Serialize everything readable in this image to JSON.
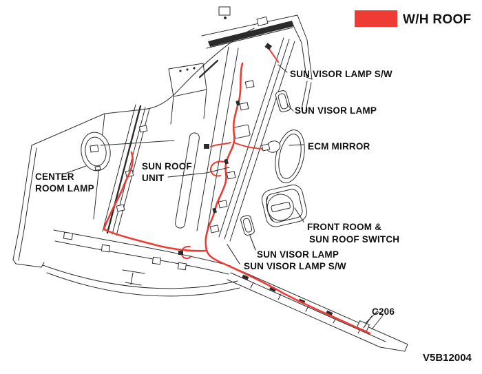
{
  "legend": {
    "label": "W/H ROOF",
    "swatch_color": "#ee3b33"
  },
  "drawing_code": "V5B12004",
  "callouts": {
    "sun_visor_lamp_sw_top": "SUN VISOR LAMP S/W",
    "sun_visor_lamp_top": "SUN VISOR LAMP",
    "ecm_mirror": "ECM MIRROR",
    "front_room_sun_roof_switch": {
      "line1": "FRONT ROOM &",
      "line2": "SUN ROOF SWITCH"
    },
    "sun_visor_lamp_bottom": "SUN VISOR LAMP",
    "sun_visor_lamp_sw_bottom": "SUN VISOR LAMP S/W",
    "center_room_lamp": {
      "line1": "CENTER",
      "line2": "ROOM LAMP"
    },
    "sun_roof_unit": {
      "line1": "SUN ROOF",
      "line2": "UNIT"
    },
    "connector_c206": "C206"
  },
  "colors": {
    "harness_red": "#ee3b33",
    "line_black": "#2b2b2b"
  }
}
